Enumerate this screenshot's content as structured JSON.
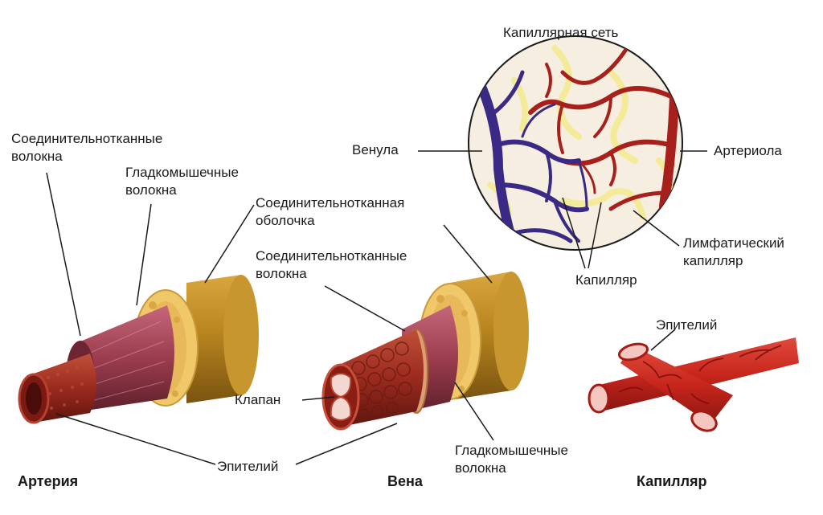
{
  "labels": {
    "capillary_network": "Капиллярная сеть",
    "venule": "Венула",
    "arteriole": "Артериола",
    "lymph_capillary": "Лимфатический\nкапилляр",
    "capillary_small": "Капилляр",
    "ct_fibers_left": "Соединительнотканные\nволокна",
    "smooth_muscle_top": "Гладкомышечные\nволокна",
    "ct_sheath": "Соединительнотканная\nоболочка",
    "ct_fibers_mid": "Соединительнотканные\nволокна",
    "valve": "Клапан",
    "epithelium_bottom": "Эпителий",
    "smooth_muscle_bottom": "Гладкомышечные\nволокна",
    "epithelium_cap": "Эпителий"
  },
  "titles": {
    "artery": "Артерия",
    "vein": "Вена",
    "capillary": "Капилляр"
  },
  "colors": {
    "outer_gold": "#b5841c",
    "fat_yellow": "#f2cf7a",
    "muscle_pink": "#9b3d4e",
    "inner_red": "#9b2a1e",
    "venous_blue": "#3a2a86",
    "arterial_red": "#a8201c",
    "lymph_yellow": "#f3eb9a",
    "circle_bg": "#f6efe1"
  }
}
